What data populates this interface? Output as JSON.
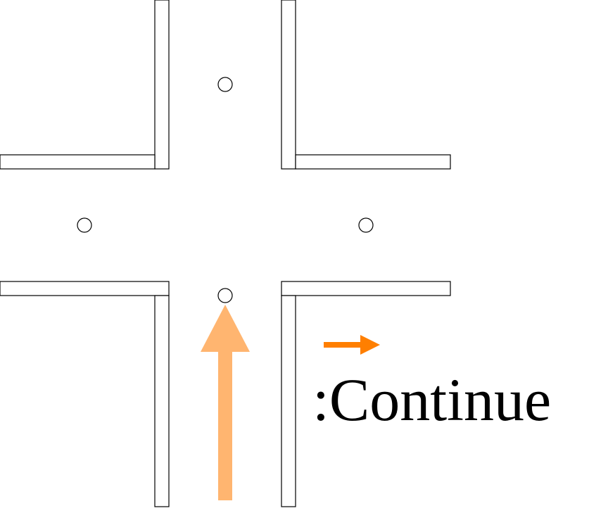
{
  "diagram": {
    "colors": {
      "path_arrow": "#FFB570",
      "legend_arrow": "#FF7F00",
      "wall_stroke": "#000000",
      "wall_fill": "#FFFFFF",
      "node_stroke": "#000000"
    },
    "nodes": [
      "top",
      "left",
      "right",
      "bottom"
    ],
    "path_arrow": {
      "direction": "up",
      "meaning": "continue"
    },
    "legend": {
      "label": ":Continue",
      "arrow_direction": "right"
    }
  }
}
